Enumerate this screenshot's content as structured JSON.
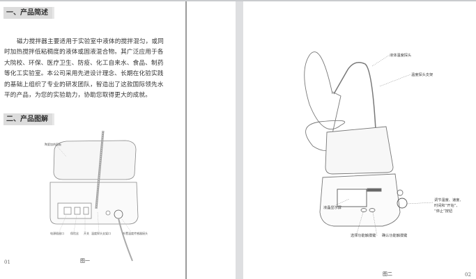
{
  "left_page": {
    "section1_title": "一、产品简述",
    "section1_body": "磁力搅拌器主要适用于实验室中液体的搅拌混匀，或同时加热搅拌低粘稠度的液体或固液混合物。其广泛应用于各大院校、环保、医疗卫生、防疫、化工自来水、食品、制药等化工实验室。本公司采用先进设计理念、长期在化验实践的基础上组织了专业的研发团队，智造出了这款国际领先水平的产品，为您的实验助力，协助您取得更大的成就。",
    "section2_title": "二、产品图解",
    "figure1_labels": [
      "陶瓷加热面板",
      "电源插座口",
      "保险丝",
      "开关",
      "温度探头支架口",
      "外置温度传感器接头"
    ],
    "figure1_caption": "图一",
    "page_number": "01"
  },
  "right_page": {
    "figure2_labels": {
      "probe": "液体温度探头",
      "stand": "温度探头支架",
      "lcd": "液晶显示屏",
      "knob_line1": "调节温度、速度、",
      "knob_line2": "时间和“开始”、",
      "knob_line3": "“停止”按钮",
      "select_key": "选择功能触摸键",
      "confirm_key": "确认功能触摸键"
    },
    "figure2_caption": "图二",
    "page_number": "02"
  }
}
